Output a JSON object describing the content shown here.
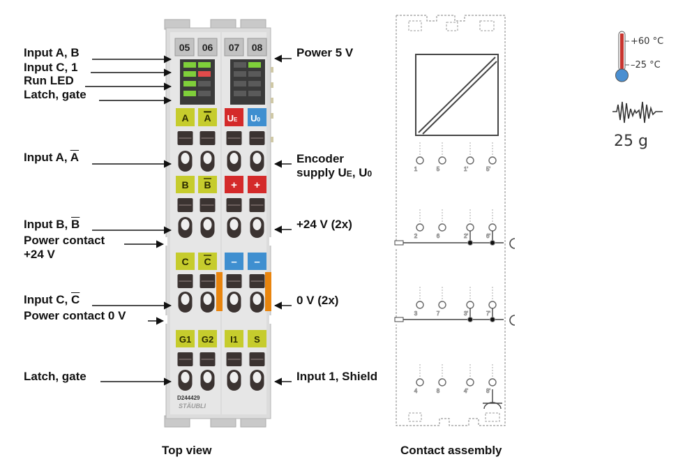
{
  "left_labels": [
    {
      "text": "Input A, B"
    },
    {
      "text": "Input C, 1"
    },
    {
      "text": "Run LED"
    },
    {
      "text": "Latch, gate"
    },
    {
      "pre": "Input A, ",
      "bar": "A"
    },
    {
      "pre": "Input B, ",
      "bar": "B"
    },
    {
      "text": "Power contact"
    },
    {
      "text": "+24 V"
    },
    {
      "pre": "Input C, ",
      "bar": "C"
    },
    {
      "text": "Power contact 0 V"
    },
    {
      "text": "Latch, gate"
    }
  ],
  "right_labels": {
    "power5v": "Power 5 V",
    "encoder_line1": "Encoder",
    "encoder_line2_prefix": "supply U",
    "encoder_sub_e": "E",
    "encoder_sep": ", U",
    "encoder_sub_0": "0",
    "plus24": "+24 V (2x)",
    "zero_v": "0 V (2x)",
    "input1_shield": "Input 1, Shield"
  },
  "module": {
    "top_numbers": [
      "05",
      "06",
      "07",
      "08"
    ],
    "row1_tags": [
      "A",
      "A",
      "U",
      "U"
    ],
    "row1_tag_subs": [
      "",
      "",
      "E",
      "0"
    ],
    "row2_tags": [
      "B",
      "B",
      "+",
      "+"
    ],
    "row3_tags": [
      "C",
      "C",
      "–",
      "–"
    ],
    "row4_tags": [
      "G1",
      "G2",
      "I1",
      "S"
    ],
    "model": "D244429",
    "brand": "STÄUBLI"
  },
  "contact_numbers": {
    "row1": [
      "1",
      "5",
      "1'",
      "5'"
    ],
    "row2": [
      "2",
      "6",
      "2'",
      "6'"
    ],
    "row3": [
      "3",
      "7",
      "3'",
      "7'"
    ],
    "row4": [
      "4",
      "8",
      "4'",
      "8'"
    ]
  },
  "captions": {
    "top_view": "Top view",
    "contact_assembly": "Contact assembly"
  },
  "specs": {
    "temp_max": "+60 °C",
    "temp_min": "–25 °C",
    "weight": "25 g"
  },
  "colors": {
    "yellow": "#c6cc2d",
    "red": "#d42a2a",
    "blue": "#3f8fd0",
    "orange": "#e9850e",
    "housing": "#dcdcdc"
  }
}
